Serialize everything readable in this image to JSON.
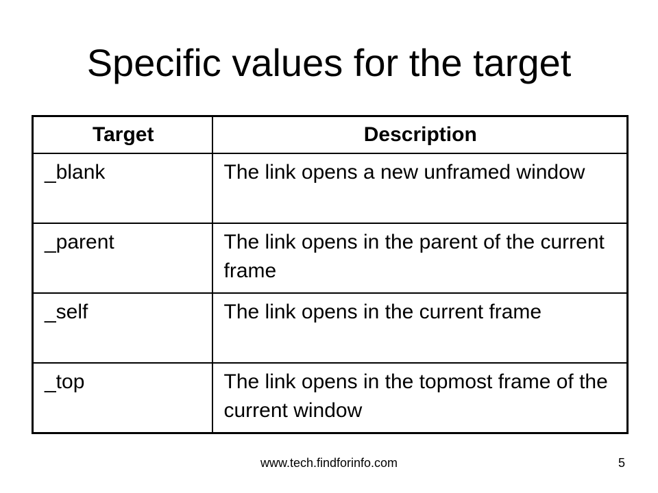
{
  "slide": {
    "title": "Specific values for the target"
  },
  "table": {
    "headers": {
      "target": "Target",
      "description": "Description"
    },
    "rows": [
      {
        "target": "_blank",
        "description": "The link opens a new unframed window"
      },
      {
        "target": "_parent",
        "description": "The link opens in the parent of the current frame"
      },
      {
        "target": "_self",
        "description": "The link opens in the current frame"
      },
      {
        "target": "_top",
        "description": "The link opens in the topmost frame of the current window"
      }
    ]
  },
  "footer": {
    "url": "www.tech.findforinfo.com",
    "page_number": "5"
  }
}
